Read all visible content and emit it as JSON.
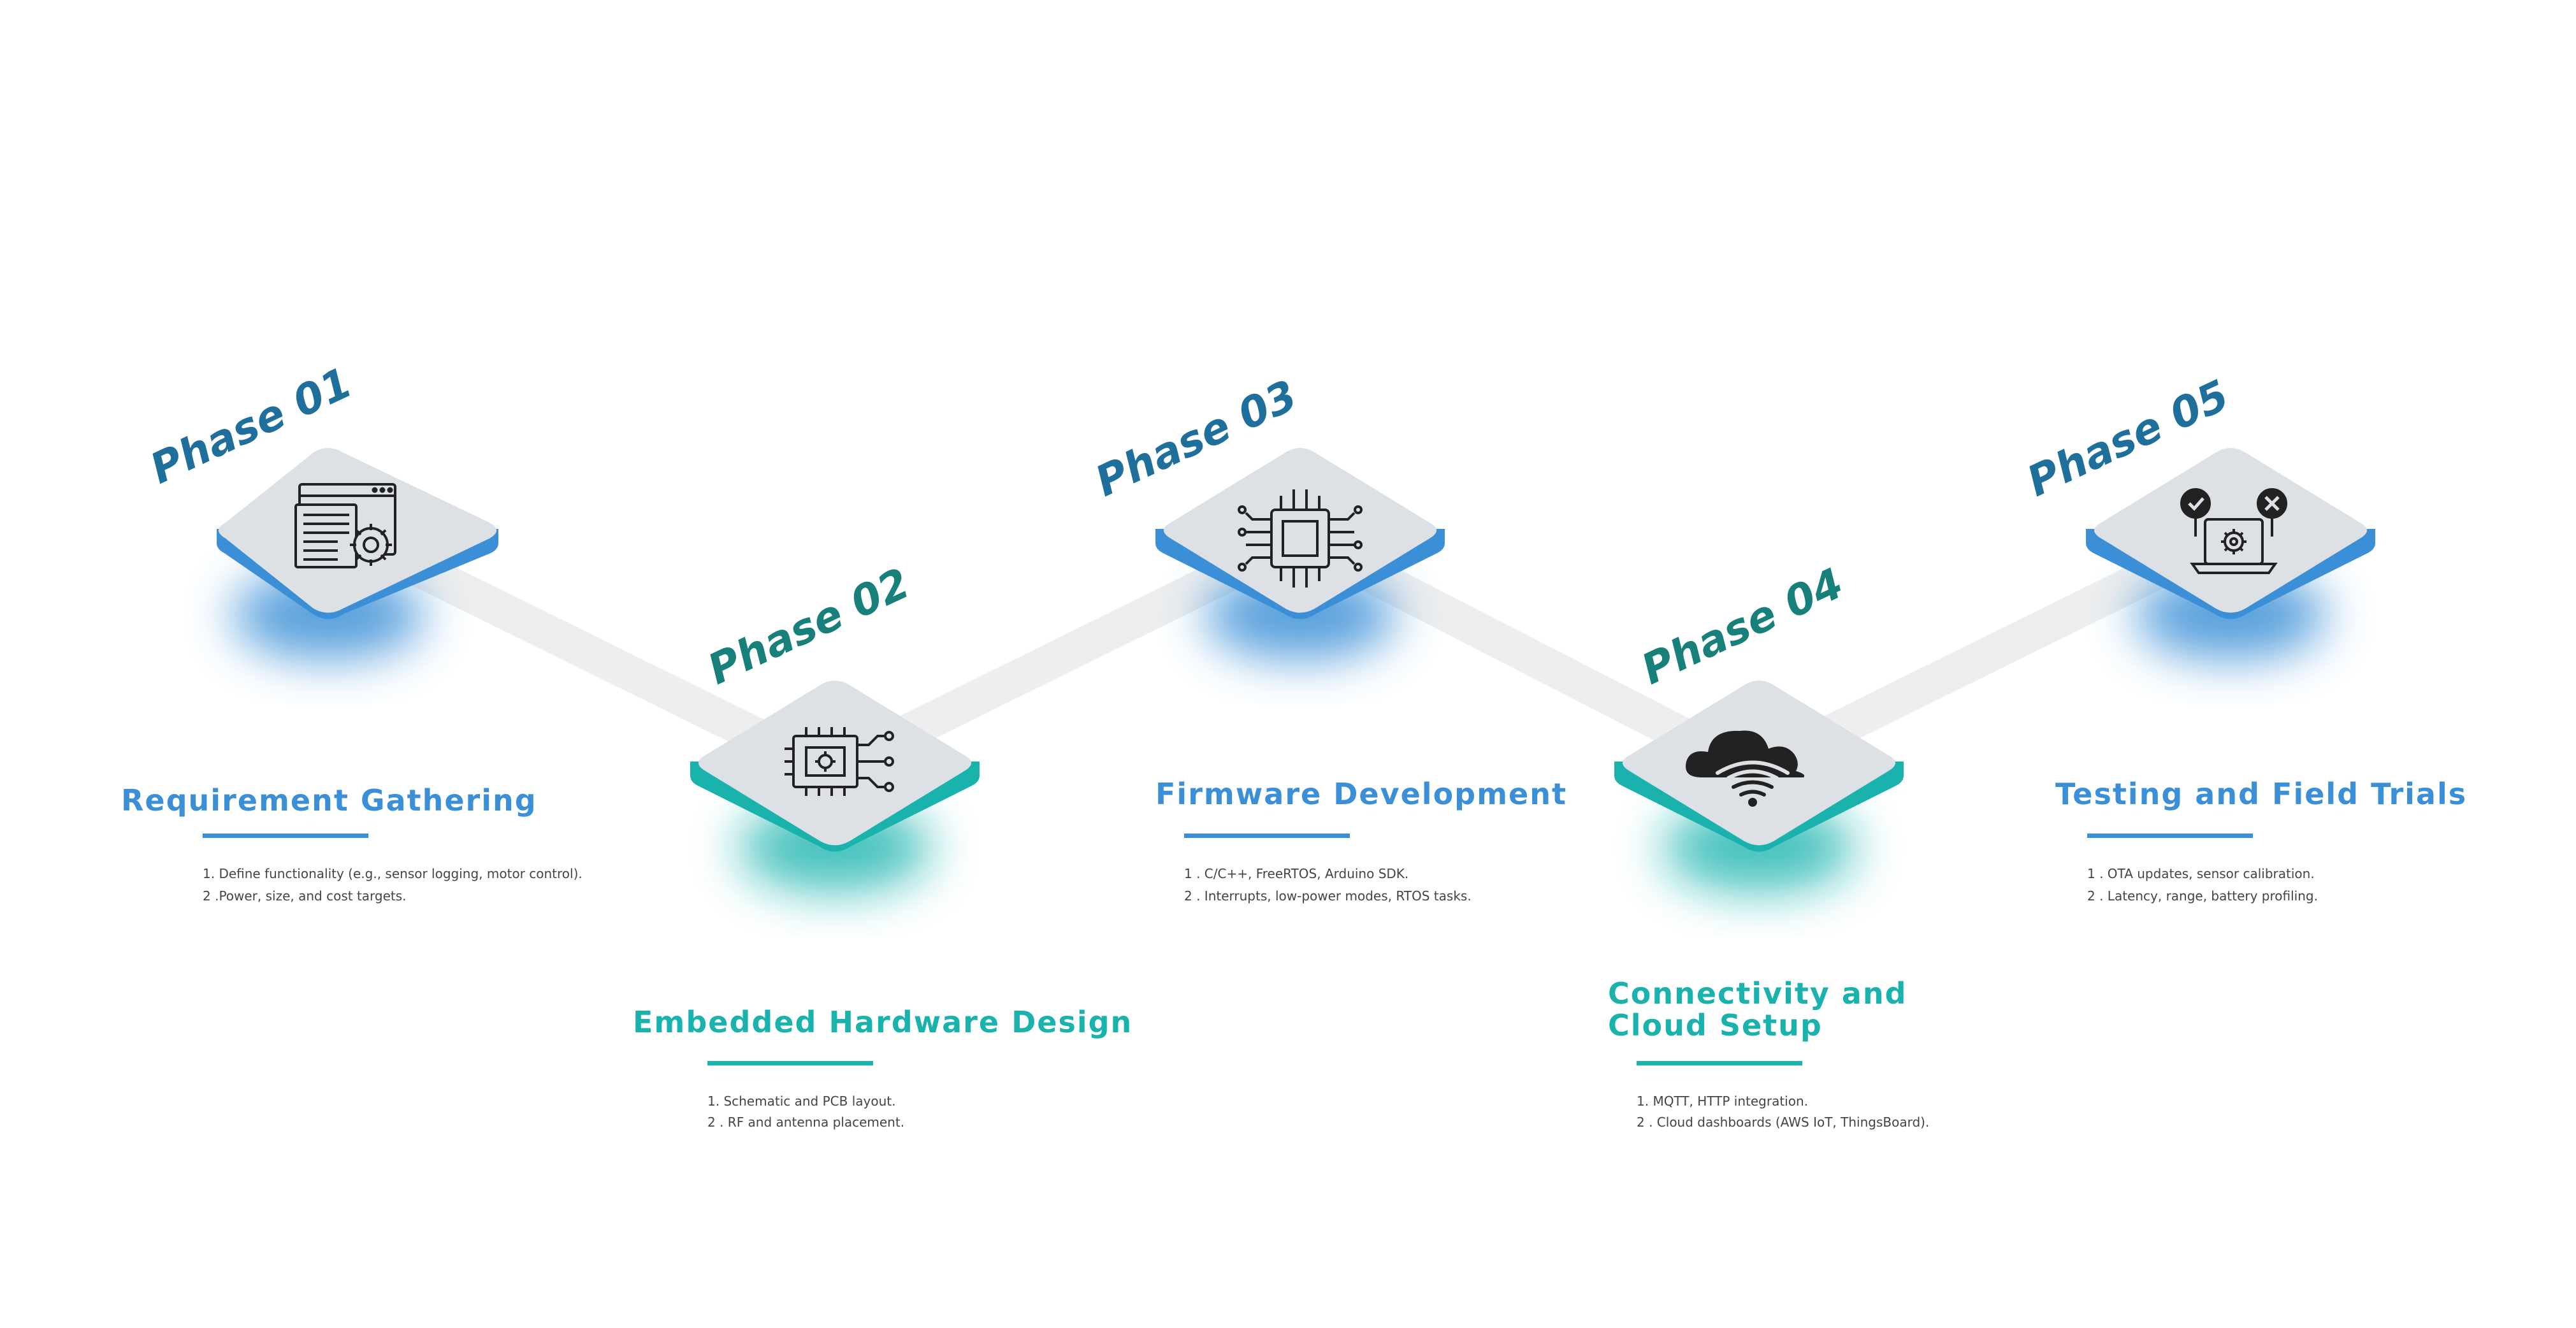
{
  "colors": {
    "blue": "#3b8fd6",
    "teal": "#19b2ad",
    "phase_blue": "#1f6f9c",
    "phase_teal": "#18807a",
    "tile": "#dde1e5",
    "connector": "#eeeeee",
    "text": "#444444",
    "icon": "#222222"
  },
  "phases": [
    {
      "label": "Phase 01",
      "title": "Requirement Gathering",
      "items": [
        "1. Define functionality (e.g., sensor logging, motor control).",
        "2 .Power, size, and cost targets."
      ],
      "icon": "document-settings-icon",
      "accent": "blue"
    },
    {
      "label": "Phase 02",
      "title": "Embedded Hardware Design",
      "items": [
        "1. Schematic and PCB layout.",
        "2 . RF and antenna placement."
      ],
      "icon": "circuit-board-icon",
      "accent": "teal"
    },
    {
      "label": "Phase 03",
      "title": "Firmware Development",
      "items": [
        "1 . C/C++, FreeRTOS, Arduino SDK.",
        "2 . Interrupts, low-power modes, RTOS tasks."
      ],
      "icon": "microchip-icon",
      "accent": "blue"
    },
    {
      "label": "Phase 04",
      "title_lines": [
        "Connectivity and",
        "Cloud Setup"
      ],
      "items": [
        "1. MQTT, HTTP integration.",
        "2 . Cloud dashboards (AWS IoT, ThingsBoard)."
      ],
      "icon": "cloud-wifi-icon",
      "accent": "teal"
    },
    {
      "label": "Phase 05",
      "title": "Testing and Field Trials",
      "items": [
        "1 . OTA updates, sensor calibration.",
        "2 . Latency, range, battery profiling."
      ],
      "icon": "laptop-testing-icon",
      "accent": "blue"
    }
  ]
}
